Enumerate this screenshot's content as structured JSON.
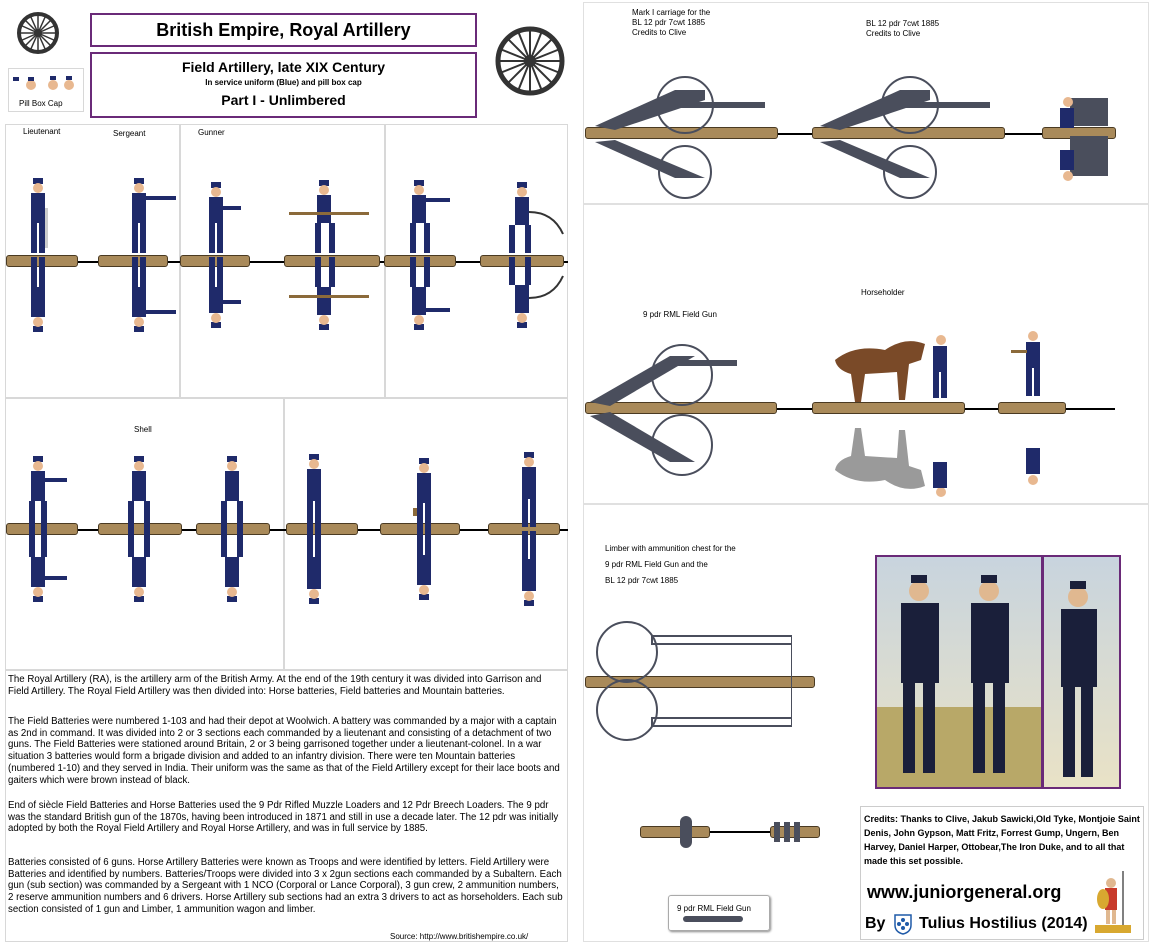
{
  "header": {
    "title": "British Empire, Royal Artillery",
    "subtitle": "Field Artillery, late XIX Century",
    "subsubtitle": "In service uniform (Blue) and pill box cap",
    "part": "Part I - Unlimbered",
    "pillbox_label": "Pill Box Cap"
  },
  "labels": {
    "lieutenant": "Lieutenant",
    "sergeant": "Sergeant",
    "gunner": "Gunner",
    "shell": "Shell",
    "mark1": [
      "Mark I carriage for the",
      "BL 12 pdr 7cwt 1885",
      "Credits to Clive"
    ],
    "bl12": [
      "BL 12 pdr 7cwt 1885",
      "Credits to Clive"
    ],
    "rml9": "9 pdr RML Field Gun",
    "horseholder": "Horseholder",
    "limber": [
      "Limber with ammunition chest for the",
      "9 pdr RML Field Gun and the",
      "BL 12 pdr 7cwt 1885"
    ],
    "rml9_small": "9 pdr RML Field Gun"
  },
  "text": {
    "paragraphs": [
      "The Royal Artillery (RA), is the artillery arm of the British Army. At the end of the 19th century it was divided into Garrison and Field Artillery. The Royal Field Artillery was then divided into: Horse batteries, Field batteries and Mountain batteries.",
      "The Field Batteries were numbered 1-103 and had their depot at Woolwich. A battery was commanded by a major with a captain as 2nd in command. It was divided into 2 or 3 sections each commanded by a lieutenant and consisting of a detachment of two guns. The Field Batteries were stationed around Britain, 2 or 3 being garrisoned together under a lieutenant-colonel. In a war situation 3 batteries would form a brigade division and added to an infantry division. There were ten Mountain batteries (numbered 1-10) and they served in India. Their uniform was the same as that of the Field Artillery except for their lace boots and gaiters which were brown instead of black.",
      "End of siècle Field Batteries and Horse Batteries used the 9 Pdr Rifled Muzzle Loaders and 12 Pdr Breech Loaders. The 9 pdr was the standard British gun of the 1870s, having been introduced in 1871 and still in use a decade later. The 12 pdr was initially adopted by both the Royal Field Artillery and Royal Horse Artillery, and was in full service by 1885.",
      "Batteries consisted of 6 guns. Horse Artillery Batteries were known as Troops and were identified by letters. Field Artillery were Batteries and identified by numbers. Batteries/Troops were divided into 3 x 2gun sections each commanded by a Subaltern. Each gun (sub section) was commanded by a Sergeant with 1 NCO (Corporal or Lance Corporal), 3 gun crew, 2 ammunition numbers, 2 reserve ammunition numbers and 6 drivers. Horse Artillery sub sections had an extra 3 drivers to act as horseholders. Each sub section consisted of 1 gun and Limber, 1 ammunition wagon and limber."
    ],
    "source": "Source:  http://www.britishempire.co.uk/"
  },
  "credits": {
    "text": "Credits: Thanks to Clive, Jakub Sawicki,Old Tyke, Montjoie Saint Denis, John Gypson, Matt Fritz, Forrest Gump, Ungern, Ben Harvey, Daniel Harper, Ottobear,The Iron Duke, and to all that made this set possible.",
    "website": "www.juniorgeneral.org",
    "by": "By",
    "author": "Tulius Hostilius (2014)"
  },
  "colors": {
    "uniform": "#1f2a6a",
    "base": "#a98a5a",
    "frame": "#6a2a78",
    "gun": "#4a4e5c"
  }
}
